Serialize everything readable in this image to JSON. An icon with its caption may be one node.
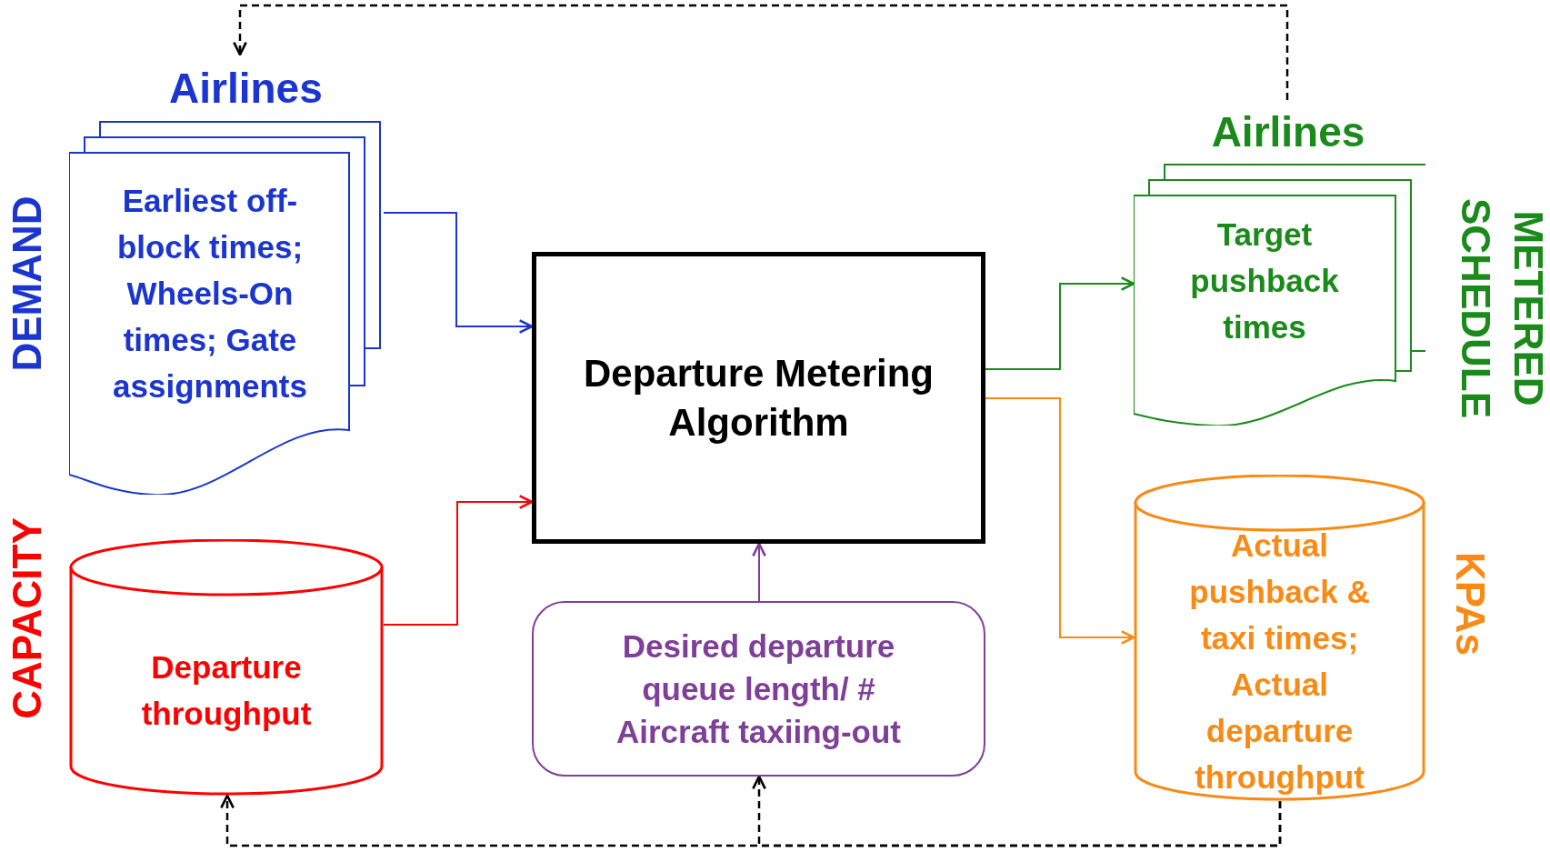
{
  "diagram": {
    "nodes": [
      {
        "text": [
          "Airlines",
          "Earliest off-block times; Wheels-On times; Gate assignments"
        ],
        "beside": [
          "DEMAND"
        ]
      },
      {
        "text": [
          "Departure throughput"
        ],
        "beside": [
          "CAPACITY"
        ]
      },
      {
        "text": [
          "Departure Metering Algorithm"
        ]
      },
      {
        "text": [
          "Desired departure queue length/ # Aircraft taxiing-out"
        ]
      },
      {
        "text": [
          "Airlines",
          "Target pushback times"
        ],
        "beside": [
          "METERED SCHEDULE"
        ]
      },
      {
        "text": [
          "Actual pushback & taxi times; Actual departure throughput"
        ],
        "beside": [
          "KPAs"
        ]
      }
    ],
    "edges": [
      {
        "from": 0,
        "to": 2,
        "arrow": "to",
        "color": "#1a35d0"
      },
      {
        "from": 1,
        "to": 2,
        "arrow": "to",
        "color": "#ff0000"
      },
      {
        "from": 3,
        "to": 2,
        "arrow": "to",
        "color": "#7f3f98"
      },
      {
        "from": 2,
        "to": 4,
        "arrow": "to",
        "color": "#1a8a1a"
      },
      {
        "from": 2,
        "to": 5,
        "arrow": "to",
        "color": "#f98a14"
      },
      {
        "from": 4,
        "to": 0,
        "arrow": "to",
        "style": "dashed",
        "color": "#000000"
      },
      {
        "from": 5,
        "to": 1,
        "arrow": "to",
        "style": "dashed",
        "color": "#000000"
      },
      {
        "from": 5,
        "to": 3,
        "arrow": "to",
        "style": "dashed",
        "color": "#000000"
      }
    ]
  }
}
